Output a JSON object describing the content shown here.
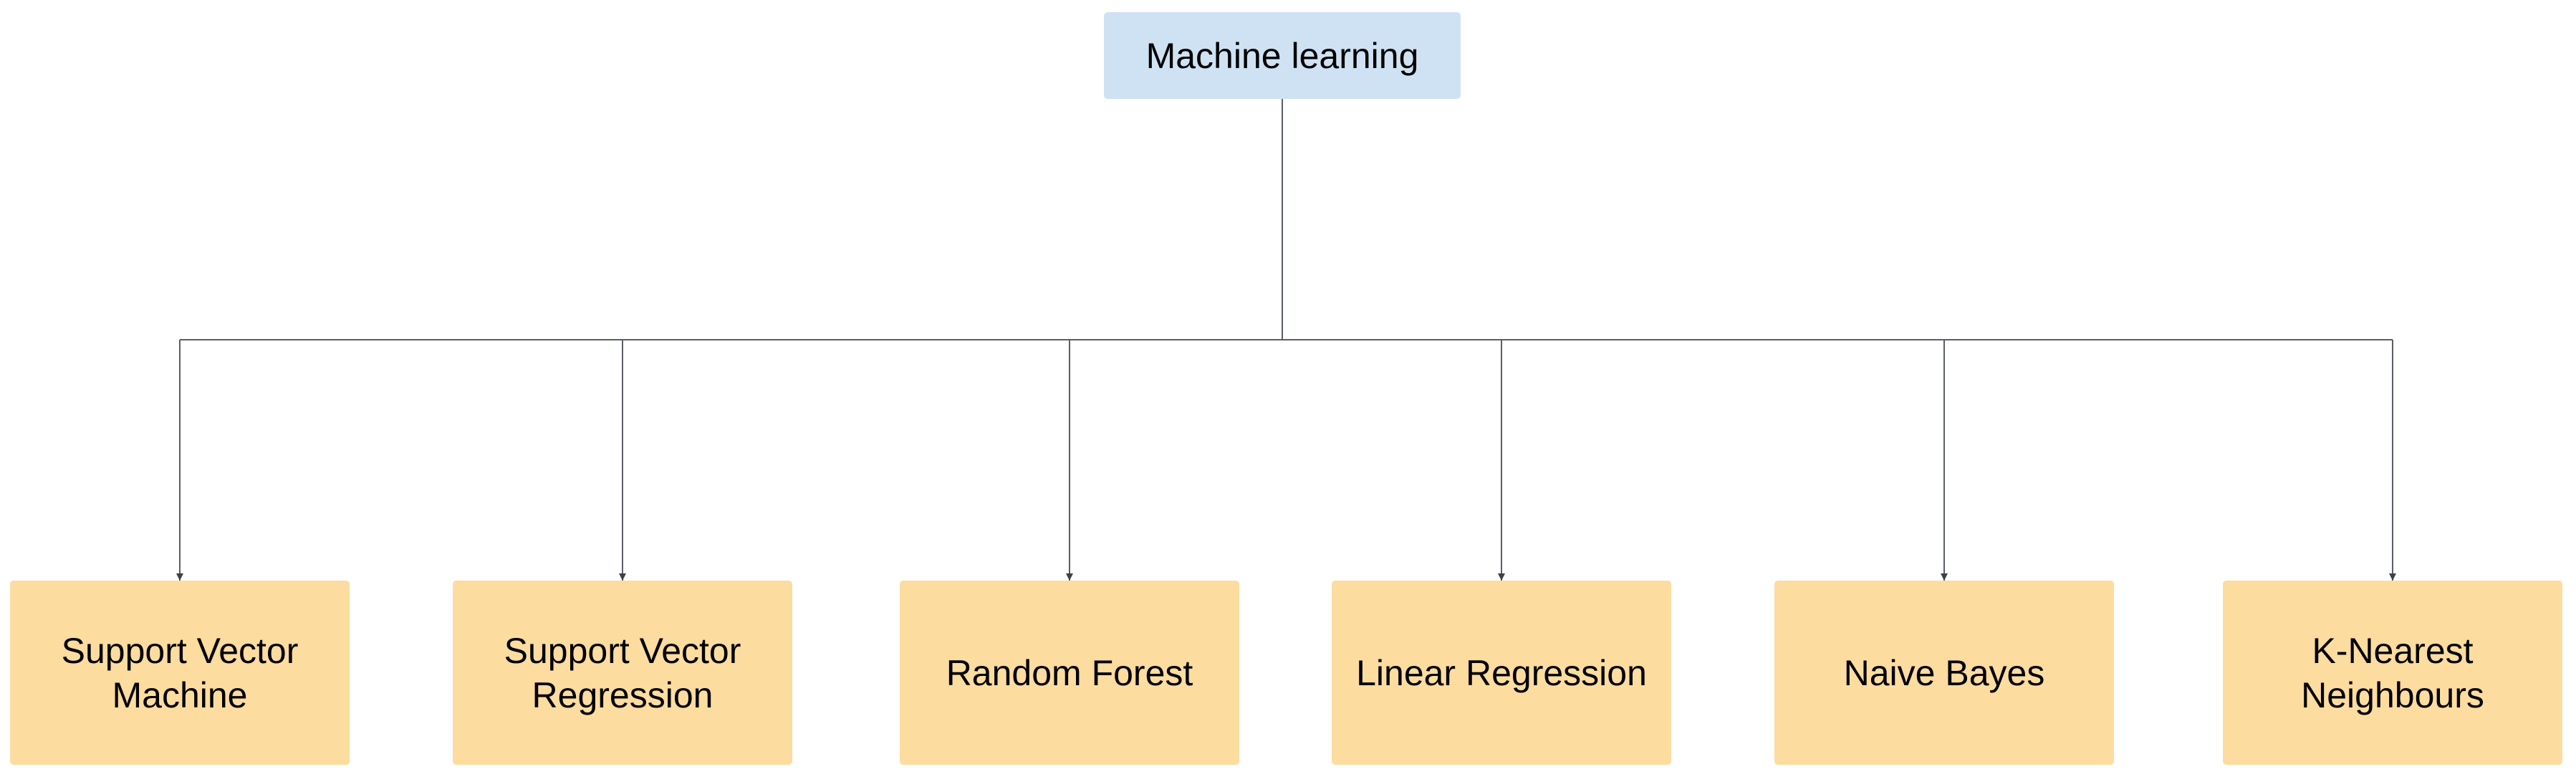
{
  "colors": {
    "root_fill": "#cfe2f3",
    "child_fill": "#fddca0",
    "connector": "#5a5e66"
  },
  "diagram": {
    "root": {
      "label": "Machine learning"
    },
    "children": [
      {
        "label": "Support Vector\nMachine"
      },
      {
        "label": "Support Vector\nRegression"
      },
      {
        "label": "Random Forest"
      },
      {
        "label": "Linear Regression"
      },
      {
        "label": "Naive Bayes"
      },
      {
        "label": "K-Nearest\nNeighbours"
      }
    ]
  }
}
